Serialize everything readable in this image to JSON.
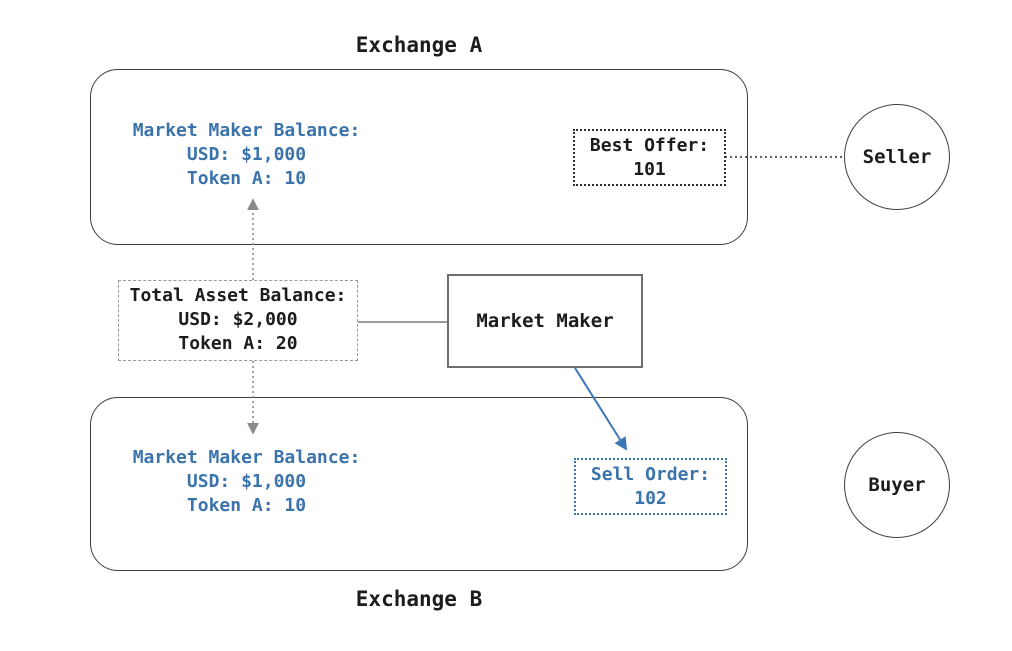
{
  "colors": {
    "accent_blue": "#3b73ab",
    "arrow_blue": "#3b78b8",
    "line_gray": "#8a8a8a",
    "connector_gray": "#9a9a9a",
    "border_dark": "#3e3e3e",
    "text_black": "#1c1c1c"
  },
  "exchange_a": {
    "title": "Exchange A",
    "balance": {
      "lines": [
        "Market Maker Balance:",
        "USD: $1,000",
        "Token A: 10"
      ]
    },
    "best_offer": {
      "lines": [
        "Best Offer:",
        "101"
      ]
    }
  },
  "middle": {
    "total_asset": {
      "lines": [
        "Total Asset Balance:",
        "USD: $2,000",
        "Token A: 20"
      ]
    },
    "market_maker_label": "Market Maker"
  },
  "exchange_b": {
    "title": "Exchange B",
    "balance": {
      "lines": [
        "Market Maker Balance:",
        "USD: $1,000",
        "Token A: 10"
      ]
    },
    "sell_order": {
      "lines": [
        "Sell Order:",
        "102"
      ]
    }
  },
  "actors": {
    "seller": "Seller",
    "buyer": "Buyer"
  }
}
